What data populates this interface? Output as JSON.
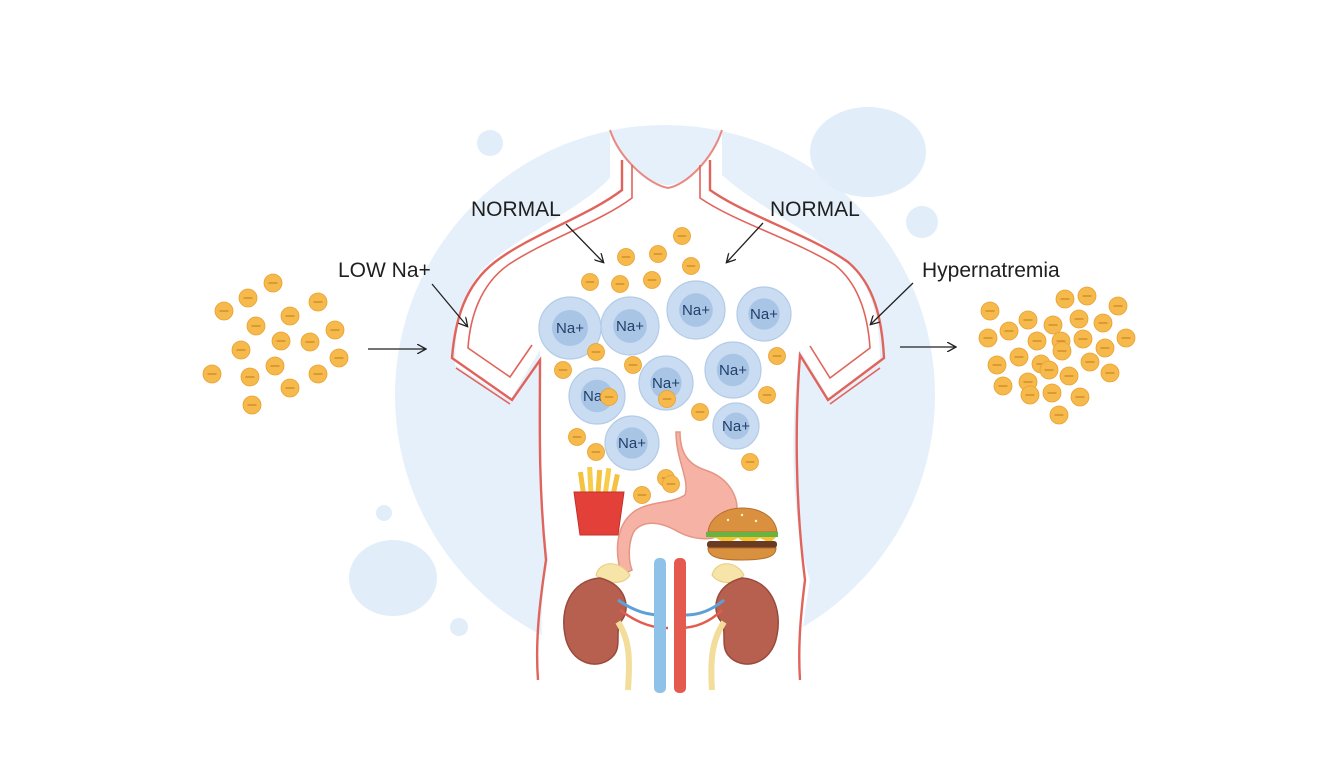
{
  "labels": {
    "left": "LOW Na+",
    "normal_left": "NORMAL",
    "normal_right": "NORMAL",
    "right": "Hypernatremia"
  },
  "ion_label": "Na+",
  "colors": {
    "background_circle": "#e6f0fa",
    "body_outline": "#e0645c",
    "body_fill": "#ffffff",
    "big_ion_fill": "#c9dcf1",
    "big_ion_core": "#a9c5e6",
    "big_ion_text": "#22406b",
    "small_ion_fill": "#f6b94c",
    "small_ion_stroke": "#e9a030",
    "kidney": "#b8604f",
    "ureter": "#f3dd9a",
    "vein": "#8fc2e8",
    "artery": "#e55a4e",
    "stomach": "#f6b3a5",
    "arrow": "#222222"
  },
  "icons": [
    "fries-icon",
    "burger-icon",
    "stomach-icon",
    "kidney-icon",
    "blood-vessel-icon",
    "sodium-ion-icon"
  ]
}
